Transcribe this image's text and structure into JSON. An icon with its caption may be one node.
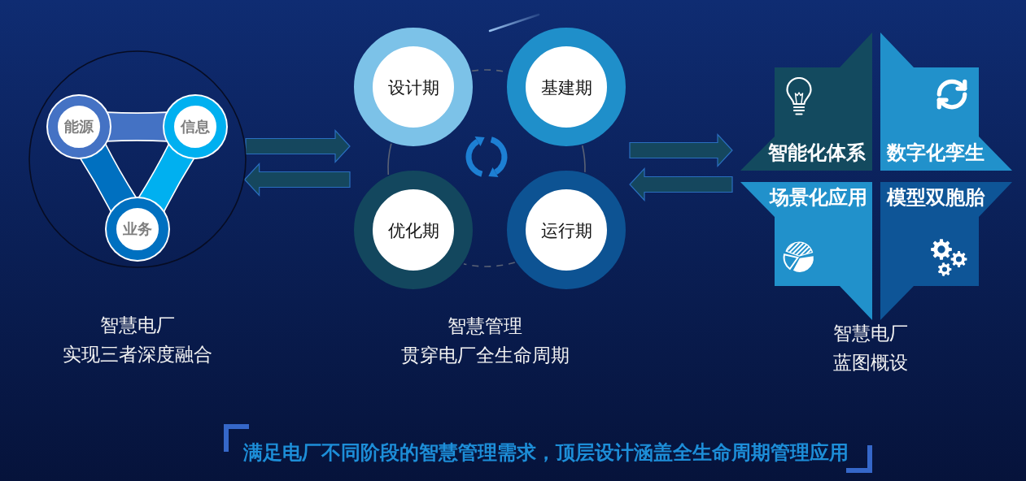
{
  "diagram": {
    "caption": "满足电厂不同阶段的智慧管理需求，顶层设计涵盖全生命周期管理应用",
    "nodes": [
      {
        "text": [],
        "shape": "circle",
        "beside": [
          "智慧电厂",
          "实现三者深度融合"
        ]
      },
      {
        "text": [
          "能源"
        ],
        "in": 0
      },
      {
        "text": [
          "信息"
        ],
        "in": 0
      },
      {
        "text": [
          "业务"
        ],
        "in": 0
      },
      {
        "text": [],
        "shape": "circle",
        "beside": [
          "智慧管理",
          "贯穿电厂全生命周期"
        ]
      },
      {
        "text": [
          "设计期"
        ]
      },
      {
        "text": [
          "基建期"
        ]
      },
      {
        "text": [
          "优化期"
        ]
      },
      {
        "text": [
          "运行期"
        ]
      },
      {
        "text": [],
        "shape": "star",
        "beside": [
          "智慧电厂",
          "蓝图概设"
        ]
      },
      {
        "text": [
          "智能化体系"
        ],
        "in": 9
      },
      {
        "text": [
          "数字化孪生"
        ],
        "in": 9
      },
      {
        "text": [
          "场景化应用"
        ],
        "in": 9
      },
      {
        "text": [
          "模型双胞胎"
        ],
        "in": 9
      }
    ],
    "edges": [
      {
        "from": 1,
        "to": 2,
        "arrow": "none",
        "style": "thick",
        "color": "#4472c4"
      },
      {
        "from": 2,
        "to": 3,
        "arrow": "none",
        "style": "thick",
        "color": "#00b0f0"
      },
      {
        "from": 3,
        "to": 1,
        "arrow": "none",
        "style": "thick",
        "color": "#0070c0"
      },
      {
        "from": 0,
        "to": 4,
        "arrow": "to"
      },
      {
        "from": 4,
        "to": 0,
        "arrow": "to"
      },
      {
        "from": 4,
        "to": 9,
        "arrow": "to"
      },
      {
        "from": 9,
        "to": 4,
        "arrow": "to"
      }
    ]
  }
}
